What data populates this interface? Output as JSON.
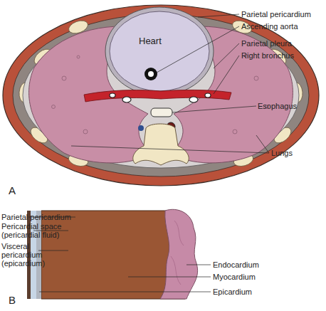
{
  "diagram": {
    "labels": [
      "Parietal pericardium",
      "Ascending aorta",
      "Parietal pleura",
      "Right bronchus",
      "Heart",
      "Esophagus",
      "Lungs",
      "A",
      "Parietal pericardium",
      "Pericardial space (pericardial fluid)",
      "Visceral pericardium (epicardium)",
      "Endocardium",
      "Myocardium",
      "Epicardium",
      "B"
    ]
  }
}
